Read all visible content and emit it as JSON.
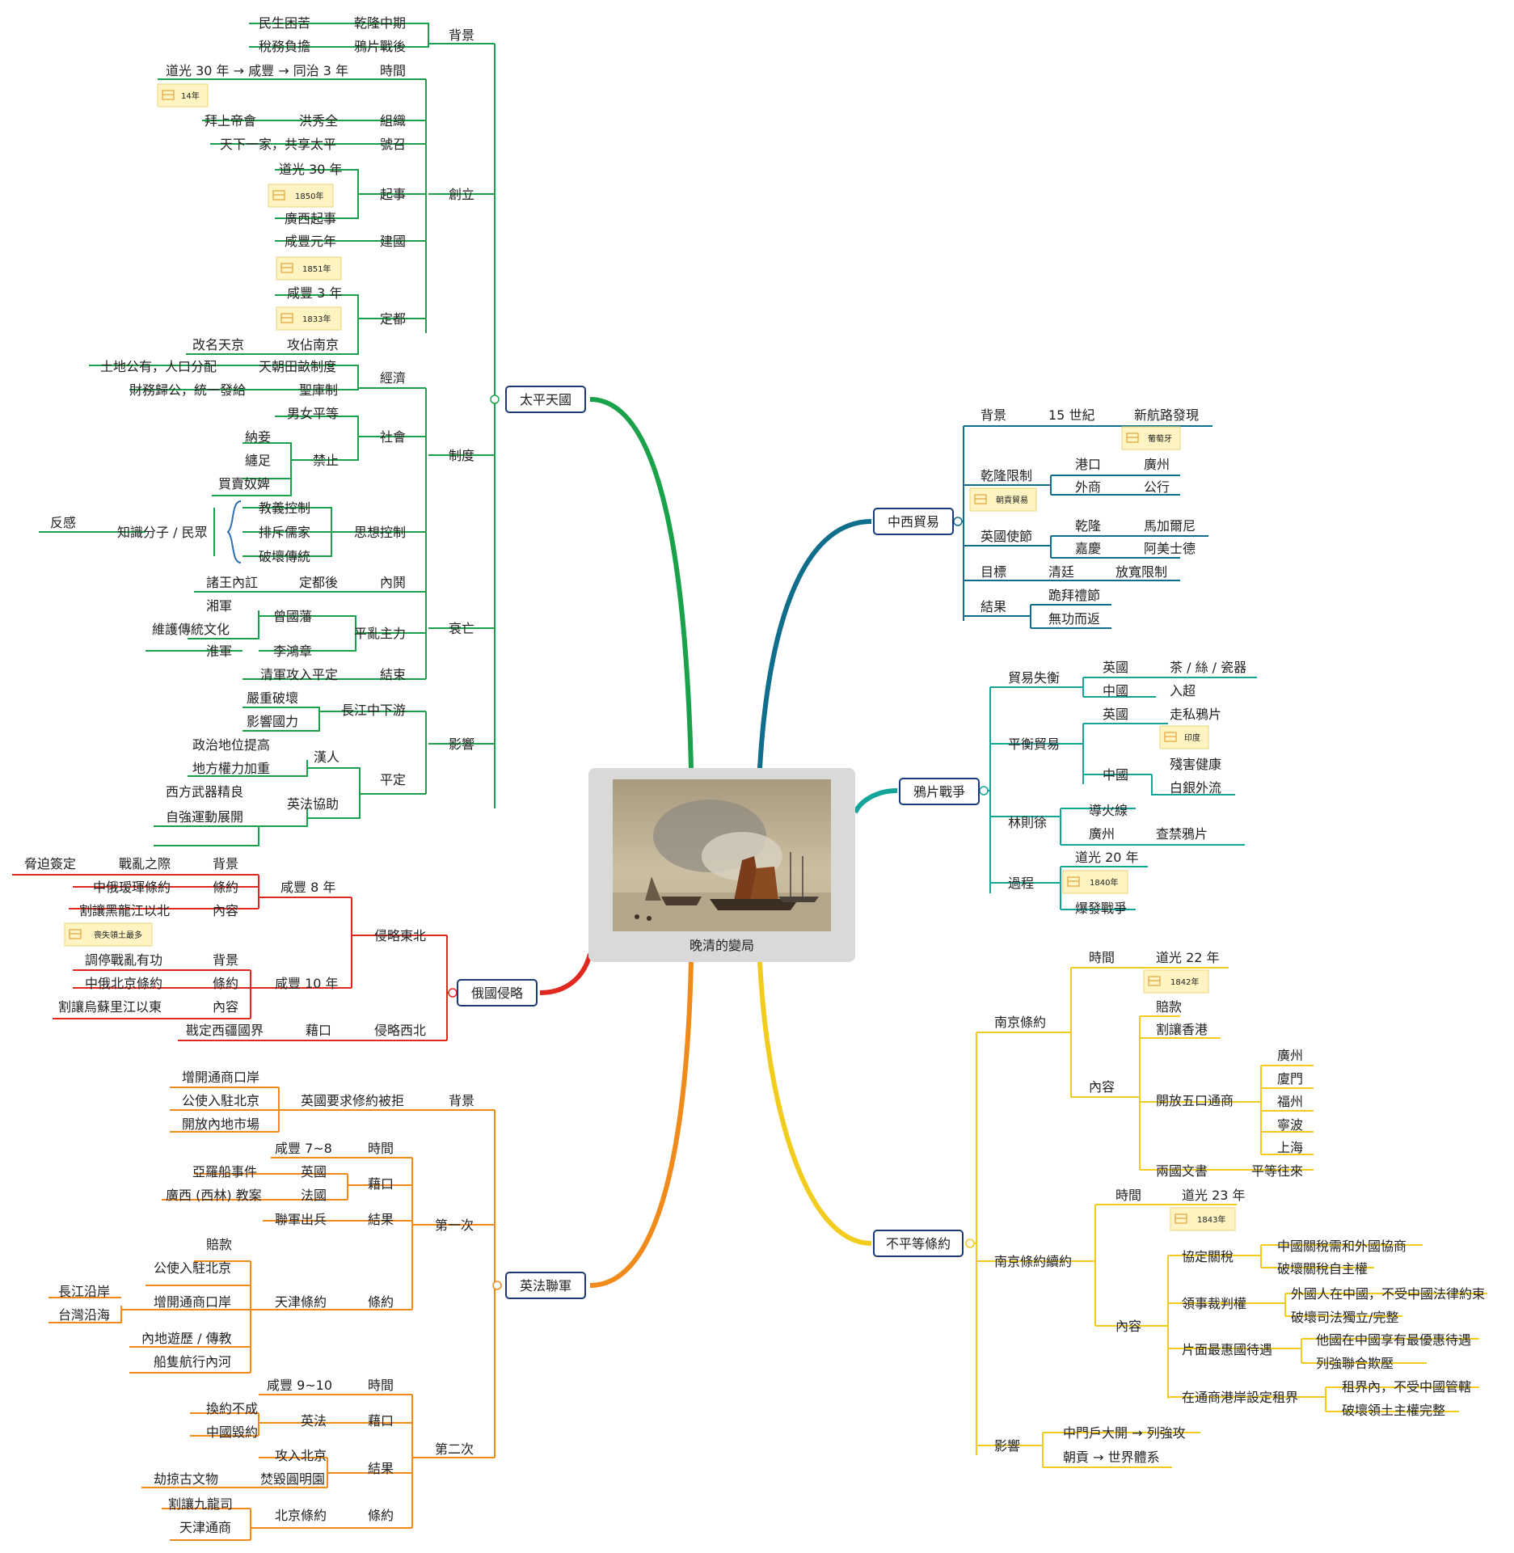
{
  "center": {
    "label": "晚清的變局"
  },
  "branches": {
    "taiping": "太平天國",
    "zhongxi": "中西貿易",
    "yapian": "鴉片戰爭",
    "bupingdeng": "不平等條約",
    "eguo": "俄國侵略",
    "yingfa": "英法聯軍"
  },
  "taiping": {
    "beijing": "背景",
    "minsheng": "民生困苦",
    "qianlong_mid": "乾隆中期",
    "shuiwu": "稅務負擔",
    "yapian_after": "鴉片戰後",
    "chuangli": "創立",
    "shijian": "時間",
    "shijian_val": "道光 30 年 → 咸豐 → 同治 3 年",
    "years14": "14年",
    "zuzhi": "組織",
    "hong": "洪秀全",
    "shangdi": "拜上帝會",
    "haozhao": "號召",
    "haozhao_val": "天下一家，共享太平",
    "qishi": "起事",
    "daoguang30": "道光 30 年",
    "y1850": "1850年",
    "guangxi": "廣西起事",
    "jianguo": "建國",
    "xianfeng1": "咸豐元年",
    "y1851": "1851年",
    "dingdu": "定都",
    "xianfeng3": "咸豐 3 年",
    "y1833": "1833年",
    "gongzhan": "攻佔南京",
    "gaiming": "改名天京",
    "zhidu": "制度",
    "jingji": "經濟",
    "tianchao": "天朝田畝制度",
    "tudi": "土地公有，人口分配",
    "shengku": "聖庫制",
    "caiwu": "財務歸公，統一發給",
    "shehui": "社會",
    "nannu": "男女平等",
    "jinzhi": "禁止",
    "naqie": "納妾",
    "chanzu": "纏足",
    "maimai": "買賣奴婢",
    "sixiang": "思想控制",
    "jiaoyi": "教義控制",
    "paichi": "排斥儒家",
    "pohuai": "破壞傳統",
    "zhishi": "知識分子 / 民眾",
    "fangan": "反感",
    "shuaiwang": "衰亡",
    "neihong": "內鬨",
    "dingduhou": "定都後",
    "zhuwang": "諸王內訌",
    "pingluan": "平亂主力",
    "zeng": "曾國藩",
    "xiangjun": "湘軍",
    "weihu": "維護傳統文化",
    "li": "李鴻章",
    "huaijun": "淮軍",
    "jieshu": "結束",
    "qingjun": "清軍攻入平定",
    "yingxiang": "影響",
    "changjiang": "長江中下游",
    "yanzhong": "嚴重破壞",
    "guoli": "影響國力",
    "pingding": "平定",
    "hanren": "漢人",
    "zhengzhi": "政治地位提高",
    "difang": "地方權力加重",
    "yingfaxiezhu": "英法協助",
    "xifang": "西方武器精良",
    "ziqiang": "自強運動展開"
  },
  "zhongxi": {
    "beijing": "背景",
    "c15": "15 世紀",
    "xinhang": "新航路發現",
    "putaoya": "葡萄牙",
    "qianlong_xianzhi": "乾隆限制",
    "chaogong": "朝貢貿易",
    "gangkou": "港口",
    "guangzhou": "廣州",
    "waishang": "外商",
    "gonghang": "公行",
    "yingguo_shijie": "英國使節",
    "qianlong": "乾隆",
    "majiaerni": "馬加爾尼",
    "jiaqing": "嘉慶",
    "ameishide": "阿美士德",
    "mubiao": "目標",
    "qingting": "清廷",
    "fangkuan": "放寬限制",
    "jieguo": "結果",
    "guibai": "跪拜禮節",
    "wugong": "無功而返"
  },
  "yapian": {
    "shiheng": "貿易失衡",
    "yingguo1": "英國",
    "chasi": "茶 / 絲 / 瓷器",
    "zhongguo1": "中國",
    "ruchao": "入超",
    "pingheng": "平衡貿易",
    "yingguo2": "英國",
    "zousi": "走私鴉片",
    "yindu": "印度",
    "zhongguo2": "中國",
    "canhai": "殘害健康",
    "baiyin": "白銀外流",
    "linzexu": "林則徐",
    "daohuoxian": "導火線",
    "guangzhou": "廣州",
    "chajin": "查禁鴉片",
    "guocheng": "過程",
    "daoguang20": "道光 20 年",
    "y1840": "1840年",
    "baofa": "爆發戰爭"
  },
  "bupingdeng": {
    "nanjing": "南京條約",
    "shijian": "時間",
    "daoguang22": "道光 22 年",
    "y1842": "1842年",
    "neirong": "內容",
    "peikuan": "賠款",
    "gerang": "割讓香港",
    "kaifang": "開放五口通商",
    "guangzhou": "廣州",
    "xiamen": "廈門",
    "fuzhou": "福州",
    "ningbo": "寧波",
    "shanghai": "上海",
    "wenshu": "兩國文書",
    "pingdeng": "平等往來",
    "xuyue": "南京條約續約",
    "shijian2": "時間",
    "daoguang23": "道光 23 年",
    "y1843": "1843年",
    "neirong2": "內容",
    "xieding": "協定關稅",
    "guanshui1": "中國關稅需和外國協商",
    "guanshui2": "破壞關稅自主權",
    "lingshi": "領事裁判權",
    "lingshi1": "外國人在中國，不受中國法律約束",
    "lingshi2": "破壞司法獨立/完整",
    "zuihui": "片面最惠國待遇",
    "zuihui1": "他國在中國享有最優惠待遇",
    "zuihui2": "列強聯合欺壓",
    "zujie": "在通商港岸設定租界",
    "zujie1": "租界內，不受中國管轄",
    "zujie2": "破壞領土主權完整",
    "yingxiang": "影響",
    "ying1": "中門戶大開 → 列強攻",
    "ying2": "朝貢 → 世界體系"
  },
  "eguo": {
    "dongbei": "侵略東北",
    "xf8": "咸豐 8 年",
    "beijing1": "背景",
    "zhanluan": "戰亂之際",
    "xiepo": "脅迫簽定",
    "tiaoyue1": "條約",
    "aihui": "中俄瑷琿條約",
    "neirong1": "內容",
    "heilong": "割讓黑龍江以北",
    "sangshi": "喪失領土最多",
    "xf10": "咸豐 10 年",
    "beijing2": "背景",
    "tiaoting": "調停戰亂有功",
    "tiaoyue2": "條約",
    "beijingtiaoyue": "中俄北京條約",
    "neirong2": "內容",
    "wusuli": "割讓烏蘇里江以東",
    "xibei": "侵略西北",
    "jiekou": "藉口",
    "kanding": "戡定西疆國界"
  },
  "yingfa": {
    "beijing": "背景",
    "xiuyue": "英國要求修約被拒",
    "zengkai": "增開通商口岸",
    "gongshi": "公使入駐北京",
    "kaifangneidi": "開放內地市場",
    "diyici": "第一次",
    "shijian1": "時間",
    "xf78": "咸豐 7~8",
    "jiekou1": "藉口",
    "yingguo": "英國",
    "yaluo": "亞羅船事件",
    "faguo": "法國",
    "guangxi": "廣西 (西林) 教案",
    "jieguo1": "結果",
    "lianjun": "聯軍出兵",
    "tiaoyue1": "條約",
    "tianjin": "天津條約",
    "peikuan": "賠款",
    "gongshi2": "公使入駐北京",
    "zengkai2": "增開通商口岸",
    "changjiang": "長江沿岸",
    "taiwan": "台灣沿海",
    "neidi": "內地遊歷 / 傳教",
    "chuanzhi": "船隻航行內河",
    "dierci": "第二次",
    "shijian2": "時間",
    "xf910": "咸豐 9~10",
    "jiekou2": "藉口",
    "yingfa": "英法",
    "huanyue": "換約不成",
    "zhongguohui": "中國毀約",
    "jieguo2": "結果",
    "gongru": "攻入北京",
    "fenhui": "焚毀圓明園",
    "jielue": "劫掠古文物",
    "tiaoyue2": "條約",
    "beijingty": "北京條約",
    "gerang": "割讓九龍司",
    "tianjintong": "天津通商"
  },
  "colors": {
    "taiping": "#1aa24a",
    "zhongxi": "#0f6e8c",
    "yapian": "#13a59a",
    "bupingdeng": "#f2cc1c",
    "yingfa": "#f08a1a",
    "eguo": "#e0281f",
    "box_border": "#1a3a7a",
    "badge_fill": "#fff4c2",
    "badge_border": "#e9d47a"
  }
}
